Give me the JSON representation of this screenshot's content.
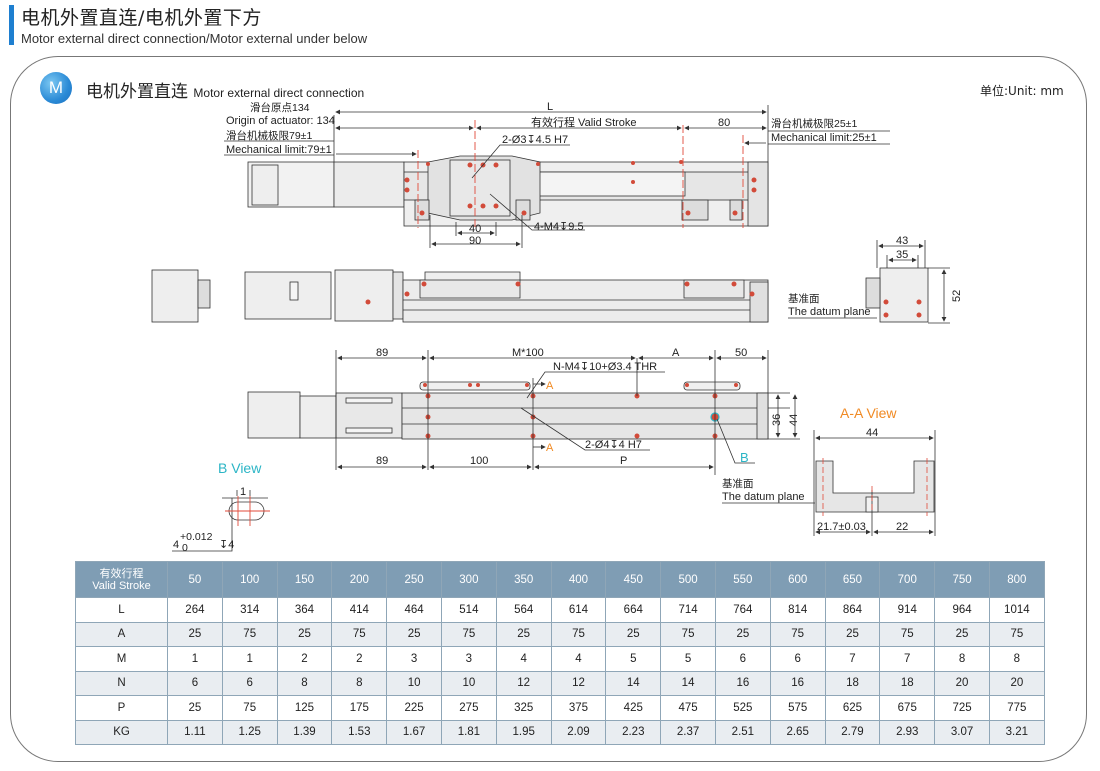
{
  "header": {
    "title": "电机外置直连/电机外置下方",
    "subtitle": "Motor external direct connection/Motor external under below",
    "accent_color": "#1e7fd0"
  },
  "section": {
    "badge": "M",
    "title_cn": "电机外置直连",
    "title_en": "Motor external direct connection",
    "unit": "单位:Unit: mm"
  },
  "drawing": {
    "labels": {
      "origin_cn": "滑台原点134",
      "origin_en": "Origin of actuator: 134",
      "mech_limit_left_cn": "滑台机械极限79±1",
      "mech_limit_left_en": "Mechanical limit:79±1",
      "mech_limit_right_cn": "滑台机械极限25±1",
      "mech_limit_right_en": "Mechanical limit:25±1",
      "L": "L",
      "valid_stroke": "有效行程 Valid Stroke",
      "dim_80": "80",
      "pin_hole_top": "2-Ø3↧4.5 H7",
      "thread_top": "4-M4↧9.5",
      "dim_40": "40",
      "dim_90": "90",
      "dim_43": "43",
      "dim_35": "35",
      "dim_52": "52",
      "datum_cn": "基准面",
      "datum_en": "The datum plane",
      "dim_89_top": "89",
      "m100": "M*100",
      "dim_A": "A",
      "dim_50": "50",
      "n_holes": "N-M4↧10+Ø3.4 THR",
      "section_A": "A",
      "pin_hole_bottom": "2-Ø4↧4 H7",
      "dim_89_bottom": "89",
      "dim_100": "100",
      "dim_P": "P",
      "B": "B",
      "dim_36": "36",
      "dim_44": "44",
      "aa_view": "A-A View",
      "aa_44": "44",
      "aa_217": "21.7±0.03",
      "aa_22": "22",
      "b_view": "B View",
      "b_dim_1": "1",
      "b_tol": "4",
      "b_tol_upper": "+0.012",
      "b_tol_lower": "0",
      "b_depth": "↧4"
    }
  },
  "spec_table": {
    "header_cn": "有效行程",
    "header_en": "Valid Stroke",
    "strokes": [
      "50",
      "100",
      "150",
      "200",
      "250",
      "300",
      "350",
      "400",
      "450",
      "500",
      "550",
      "600",
      "650",
      "700",
      "750",
      "800"
    ],
    "rows": [
      {
        "label": "L",
        "values": [
          "264",
          "314",
          "364",
          "414",
          "464",
          "514",
          "564",
          "614",
          "664",
          "714",
          "764",
          "814",
          "864",
          "914",
          "964",
          "1014"
        ]
      },
      {
        "label": "A",
        "values": [
          "25",
          "75",
          "25",
          "75",
          "25",
          "75",
          "25",
          "75",
          "25",
          "75",
          "25",
          "75",
          "25",
          "75",
          "25",
          "75"
        ]
      },
      {
        "label": "M",
        "values": [
          "1",
          "1",
          "2",
          "2",
          "3",
          "3",
          "4",
          "4",
          "5",
          "5",
          "6",
          "6",
          "7",
          "7",
          "8",
          "8"
        ]
      },
      {
        "label": "N",
        "values": [
          "6",
          "6",
          "8",
          "8",
          "10",
          "10",
          "12",
          "12",
          "14",
          "14",
          "16",
          "16",
          "18",
          "18",
          "20",
          "20"
        ]
      },
      {
        "label": "P",
        "values": [
          "25",
          "75",
          "125",
          "175",
          "225",
          "275",
          "325",
          "375",
          "425",
          "475",
          "525",
          "575",
          "625",
          "675",
          "725",
          "775"
        ]
      },
      {
        "label": "KG",
        "values": [
          "1.11",
          "1.25",
          "1.39",
          "1.53",
          "1.67",
          "1.81",
          "1.95",
          "2.09",
          "2.23",
          "2.37",
          "2.51",
          "2.65",
          "2.79",
          "2.93",
          "3.07",
          "3.21"
        ]
      }
    ]
  }
}
